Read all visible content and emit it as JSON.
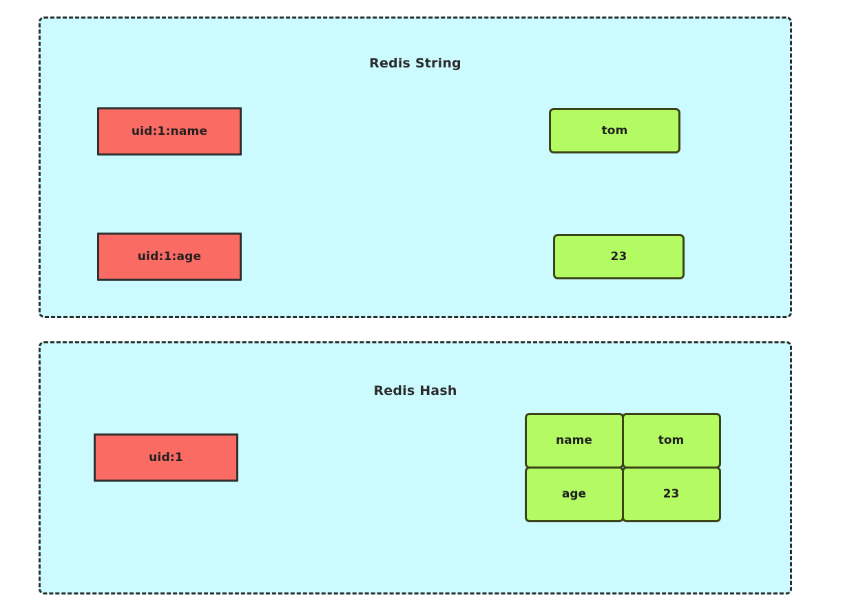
{
  "diagram": {
    "title_hidden": "",
    "colors": {
      "panel_background": "#ccfbff",
      "panel_border": "#2b2b2b",
      "key_box_fill": "#fa6b63",
      "key_box_border": "#2f3030",
      "value_box_fill": "#b3fa63",
      "value_box_border": "#3a4218",
      "edge": "#2b2b2b",
      "text": "#1f1f1f",
      "page_background": "#ffffff"
    }
  },
  "panels": [
    {
      "id": "redis-string",
      "title": "Redis String",
      "keys": [
        {
          "label": "uid:1:name"
        },
        {
          "label": "uid:1:age"
        }
      ],
      "values": [
        {
          "label": "tom"
        },
        {
          "label": "23"
        }
      ],
      "edges": [
        {
          "from": "uid:1:name",
          "to": "tom",
          "style": "straight-arrow"
        },
        {
          "from": "uid:1:age",
          "to": "23",
          "style": "straight-arrow"
        }
      ]
    },
    {
      "id": "redis-hash",
      "title": "Redis Hash",
      "keys": [
        {
          "label": "uid:1"
        }
      ],
      "hash_table": {
        "rows": [
          {
            "field": "name",
            "value": "tom"
          },
          {
            "field": "age",
            "value": "23"
          }
        ]
      },
      "edges": [
        {
          "from": "uid:1",
          "to": "hash-table",
          "style": "curved-arrow"
        }
      ]
    }
  ]
}
